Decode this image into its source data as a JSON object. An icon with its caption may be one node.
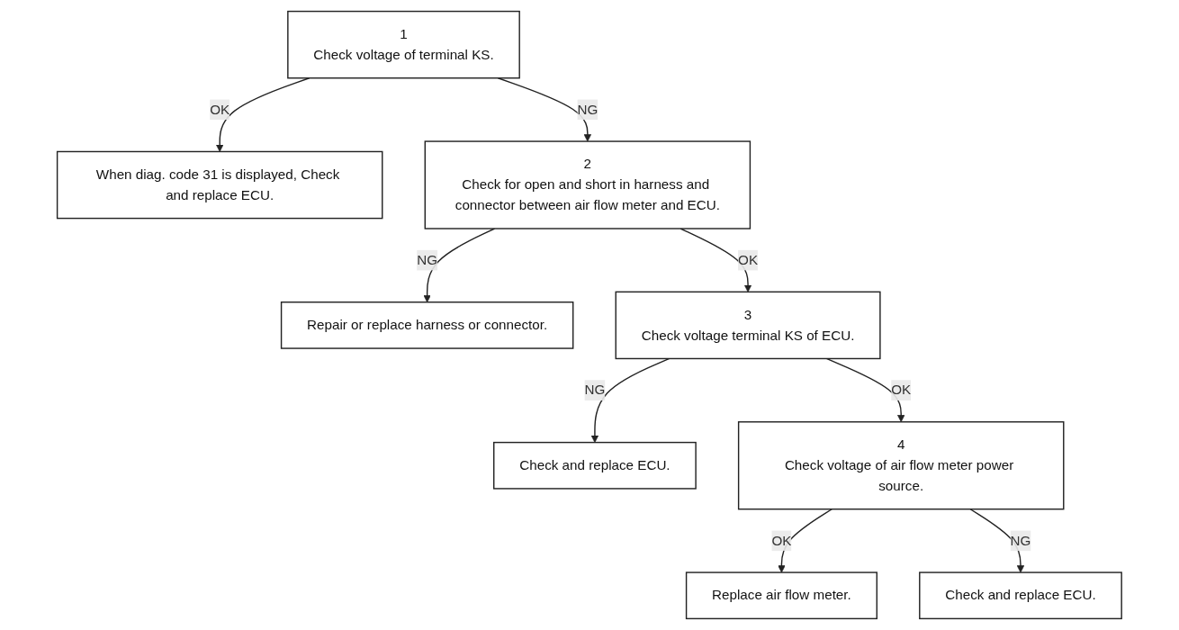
{
  "diagram": {
    "nodes": [
      {
        "text": [
          "1",
          "Check voltage of terminal KS."
        ]
      },
      {
        "text": [
          "When diag. code 31 is displayed, Check and replace ECU."
        ]
      },
      {
        "text": [
          "2",
          "Check for open and short in harness and connector between air flow meter and ECU."
        ]
      },
      {
        "text": [
          "Repair or replace harness or connector."
        ]
      },
      {
        "text": [
          "3",
          "Check voltage terminal KS of ECU."
        ]
      },
      {
        "text": [
          "Check and replace ECU."
        ]
      },
      {
        "text": [
          "4",
          "Check voltage of air flow meter power source."
        ]
      },
      {
        "text": [
          "Replace air flow meter."
        ]
      },
      {
        "text": [
          "Check and replace ECU."
        ]
      }
    ],
    "edges": [
      {
        "from": 0,
        "to": 1,
        "arrow": "to",
        "label": "OK"
      },
      {
        "from": 0,
        "to": 2,
        "arrow": "to",
        "label": "NG"
      },
      {
        "from": 2,
        "to": 3,
        "arrow": "to",
        "label": "NG"
      },
      {
        "from": 2,
        "to": 4,
        "arrow": "to",
        "label": "OK"
      },
      {
        "from": 4,
        "to": 5,
        "arrow": "to",
        "label": "NG"
      },
      {
        "from": 4,
        "to": 6,
        "arrow": "to",
        "label": "OK"
      },
      {
        "from": 6,
        "to": 7,
        "arrow": "to",
        "label": "OK"
      },
      {
        "from": 6,
        "to": 8,
        "arrow": "to",
        "label": "NG"
      }
    ]
  }
}
